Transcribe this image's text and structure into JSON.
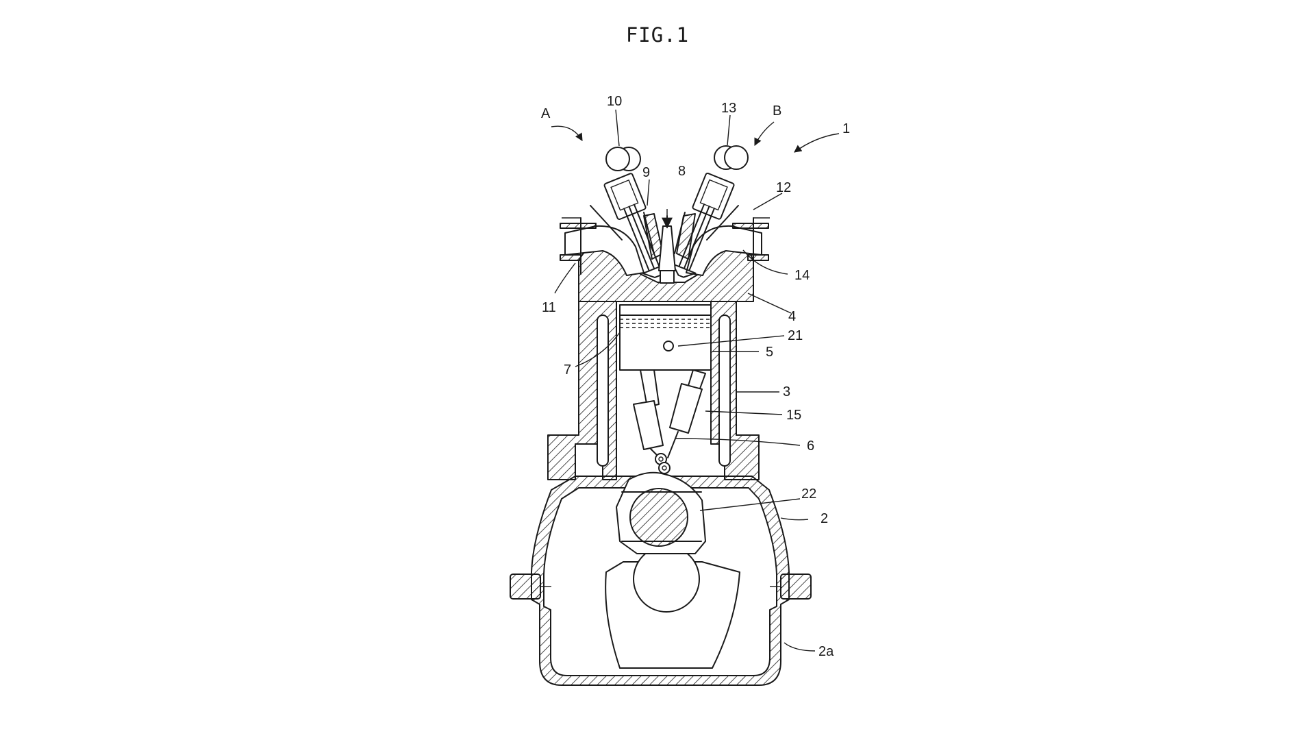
{
  "figure": {
    "title": "FIG.1"
  },
  "labels": {
    "A": "A",
    "B": "B",
    "ref_1": "1",
    "ref_2": "2",
    "ref_2a": "2a",
    "ref_3": "3",
    "ref_4": "4",
    "ref_5": "5",
    "ref_6": "6",
    "ref_7": "7",
    "ref_8": "8",
    "ref_9": "9",
    "ref_10": "10",
    "ref_11": "11",
    "ref_12": "12",
    "ref_13": "13",
    "ref_14": "14",
    "ref_15": "15",
    "ref_21": "21",
    "ref_22": "22"
  },
  "colors": {
    "line": "#1a1a1a",
    "background": "#ffffff"
  }
}
